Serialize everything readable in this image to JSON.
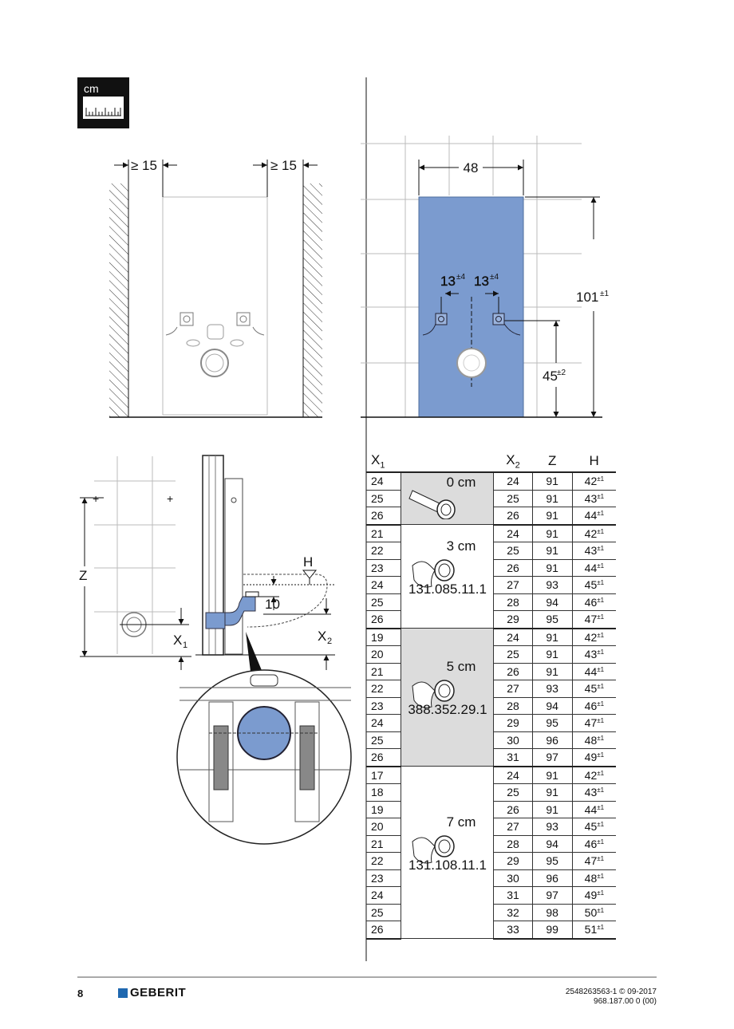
{
  "icon_badge": {
    "unit_label": "cm"
  },
  "front_view": {
    "clearance_left": "≥ 15",
    "clearance_right": "≥ 15"
  },
  "panel_view": {
    "width_label": "48",
    "offset_left": "13",
    "offset_left_tol": "±4",
    "offset_right": "13",
    "offset_right_tol": "±4",
    "height_label": "101",
    "height_tol": "±1",
    "inlet_height_label": "45",
    "inlet_height_tol": "±2"
  },
  "side_view": {
    "z_label": "Z",
    "h_label": "H",
    "dim_10": "10",
    "x1_label": "X",
    "x1_sub": "1",
    "x2_label": "X",
    "x2_sub": "2"
  },
  "table": {
    "headers": {
      "x1": "X",
      "x1_sub": "1",
      "x2": "X",
      "x2_sub": "2",
      "z": "Z",
      "h": "H"
    },
    "groups": [
      {
        "length": "0 cm",
        "article": "",
        "shaded": true,
        "rows": [
          {
            "x1": "24",
            "x2": "24",
            "z": "91",
            "h": "42",
            "tol": "±1"
          },
          {
            "x1": "25",
            "x2": "25",
            "z": "91",
            "h": "43",
            "tol": "±1"
          },
          {
            "x1": "26",
            "x2": "26",
            "z": "91",
            "h": "44",
            "tol": "±1"
          }
        ]
      },
      {
        "length": "3 cm",
        "article": "131.085.11.1",
        "shaded": false,
        "rows": [
          {
            "x1": "21",
            "x2": "24",
            "z": "91",
            "h": "42",
            "tol": "±1"
          },
          {
            "x1": "22",
            "x2": "25",
            "z": "91",
            "h": "43",
            "tol": "±1"
          },
          {
            "x1": "23",
            "x2": "26",
            "z": "91",
            "h": "44",
            "tol": "±1"
          },
          {
            "x1": "24",
            "x2": "27",
            "z": "93",
            "h": "45",
            "tol": "±1"
          },
          {
            "x1": "25",
            "x2": "28",
            "z": "94",
            "h": "46",
            "tol": "±1"
          },
          {
            "x1": "26",
            "x2": "29",
            "z": "95",
            "h": "47",
            "tol": "±1"
          }
        ]
      },
      {
        "length": "5 cm",
        "article": "388.352.29.1",
        "shaded": true,
        "rows": [
          {
            "x1": "19",
            "x2": "24",
            "z": "91",
            "h": "42",
            "tol": "±1"
          },
          {
            "x1": "20",
            "x2": "25",
            "z": "91",
            "h": "43",
            "tol": "±1"
          },
          {
            "x1": "21",
            "x2": "26",
            "z": "91",
            "h": "44",
            "tol": "±1"
          },
          {
            "x1": "22",
            "x2": "27",
            "z": "93",
            "h": "45",
            "tol": "±1"
          },
          {
            "x1": "23",
            "x2": "28",
            "z": "94",
            "h": "46",
            "tol": "±1"
          },
          {
            "x1": "24",
            "x2": "29",
            "z": "95",
            "h": "47",
            "tol": "±1"
          },
          {
            "x1": "25",
            "x2": "30",
            "z": "96",
            "h": "48",
            "tol": "±1"
          },
          {
            "x1": "26",
            "x2": "31",
            "z": "97",
            "h": "49",
            "tol": "±1"
          }
        ]
      },
      {
        "length": "7 cm",
        "article": "131.108.11.1",
        "shaded": false,
        "rows": [
          {
            "x1": "17",
            "x2": "24",
            "z": "91",
            "h": "42",
            "tol": "±1"
          },
          {
            "x1": "18",
            "x2": "25",
            "z": "91",
            "h": "43",
            "tol": "±1"
          },
          {
            "x1": "19",
            "x2": "26",
            "z": "91",
            "h": "44",
            "tol": "±1"
          },
          {
            "x1": "20",
            "x2": "27",
            "z": "93",
            "h": "45",
            "tol": "±1"
          },
          {
            "x1": "21",
            "x2": "28",
            "z": "94",
            "h": "46",
            "tol": "±1"
          },
          {
            "x1": "22",
            "x2": "29",
            "z": "95",
            "h": "47",
            "tol": "±1"
          },
          {
            "x1": "23",
            "x2": "30",
            "z": "96",
            "h": "48",
            "tol": "±1"
          },
          {
            "x1": "24",
            "x2": "31",
            "z": "97",
            "h": "49",
            "tol": "±1"
          },
          {
            "x1": "25",
            "x2": "32",
            "z": "98",
            "h": "50",
            "tol": "±1"
          },
          {
            "x1": "26",
            "x2": "33",
            "z": "99",
            "h": "51",
            "tol": "±1"
          }
        ]
      }
    ]
  },
  "footer": {
    "page_number": "8",
    "brand": "GEBERIT",
    "doc_ref": "2548263563-1 © 09-2017",
    "doc_code": "968.187.00 0 (00)"
  },
  "colors": {
    "panel_blue": "#7b9bcf",
    "brand_blue": "#1f68b0",
    "shade_gray": "#dcdcdc"
  }
}
